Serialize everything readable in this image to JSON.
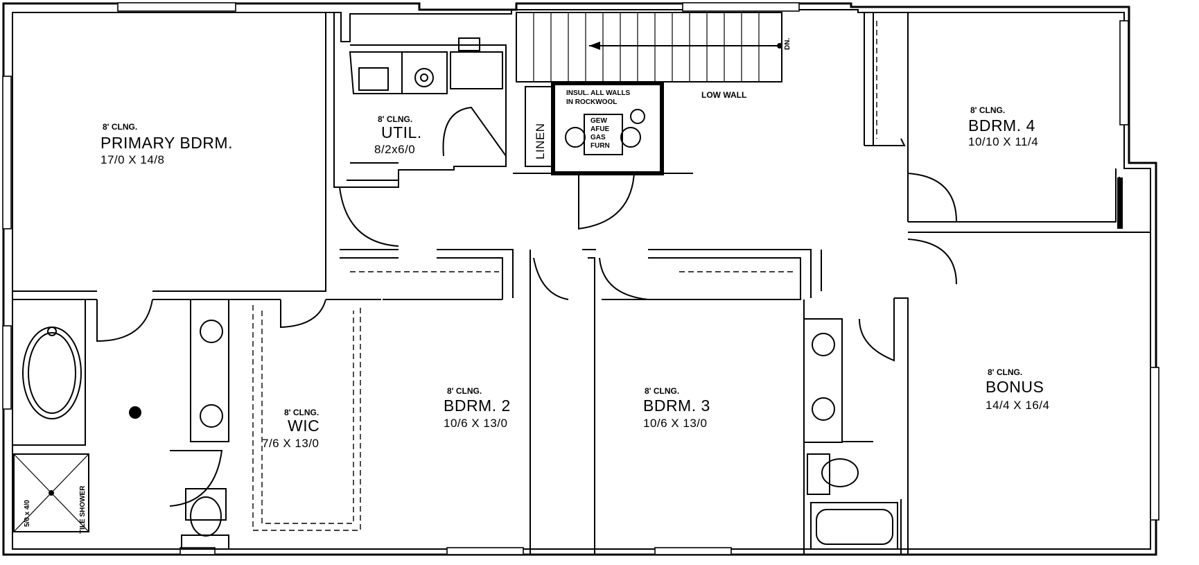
{
  "rooms": {
    "primary": {
      "ceiling": "8' CLNG.",
      "name": "PRIMARY BDRM.",
      "size": "17/0 X 14/8"
    },
    "util": {
      "ceiling": "8' CLNG.",
      "name": "UTIL.",
      "size": "8/2x6/0"
    },
    "bdrm4": {
      "ceiling": "8' CLNG.",
      "name": "BDRM. 4",
      "size": "10/10 X 11/4"
    },
    "wic": {
      "ceiling": "8' CLNG.",
      "name": "WIC",
      "size": "7/6 X 13/0"
    },
    "bdrm2": {
      "ceiling": "8' CLNG.",
      "name": "BDRM. 2",
      "size": "10/6 X 13/0"
    },
    "bdrm3": {
      "ceiling": "8' CLNG.",
      "name": "BDRM. 3",
      "size": "10/6 X 13/0"
    },
    "bonus": {
      "ceiling": "8' CLNG.",
      "name": "BONUS",
      "size": "14/4 X 16/4"
    }
  },
  "labels": {
    "linen": "LINEN",
    "low_wall": "LOW WALL",
    "stair_down": "DN.",
    "insulation_line1": "INSUL. ALL WALLS",
    "insulation_line2": "IN ROCKWOOL",
    "furnace_line1": "GEW",
    "furnace_line2": "AFUE",
    "furnace_line3": "GAS",
    "furnace_line4": "FURN",
    "shower_size": "5/0 x 4/0",
    "shower_label": "TILE SHOWER"
  }
}
